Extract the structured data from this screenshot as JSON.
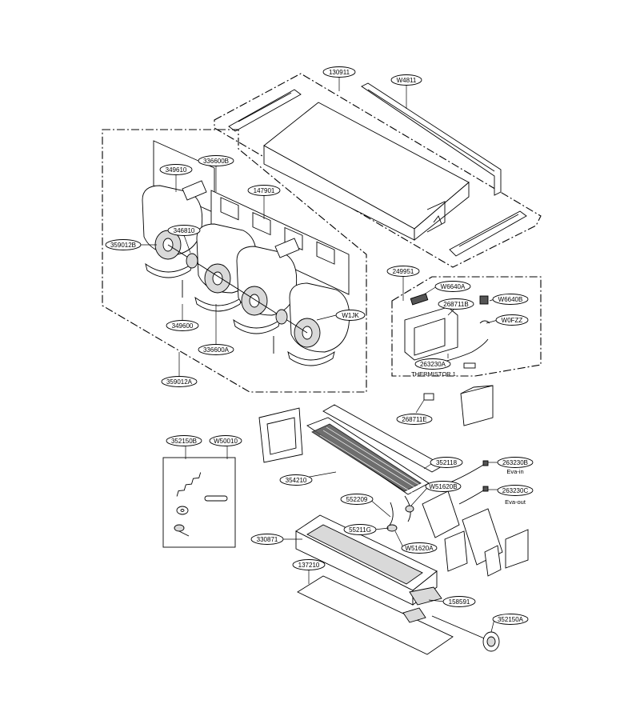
{
  "labels": {
    "p130911": "130911",
    "pW4811": "W4811",
    "p349610": "349610",
    "p336600B": "336600B",
    "p147901": "147901",
    "p346810": "346810",
    "p359012B": "359012B",
    "p349600": "349600",
    "p336600A": "336600A",
    "pW1JK": "W1JK",
    "p359012A": "359012A",
    "p249951": "249951",
    "pW6640A": "W6640A",
    "p268711B": "268711B",
    "pW6640B": "W6640B",
    "pW0FZZ": "W0FZZ",
    "p263230A": "263230A",
    "p268711E": "268711E",
    "p352150B": "352150B",
    "pW50010": "W50010",
    "p352118": "352118",
    "p263230B": "263230B",
    "p354210": "354210",
    "pW51620B": "W51620B",
    "p263230C": "263230C",
    "p552209": "552209",
    "p55211G": "55211G",
    "p330871": "330871",
    "pW51620A": "W51620A",
    "p137210": "137210",
    "p158591": "158591",
    "p352150A": "352150A"
  },
  "notes": {
    "thermistor1": "THERMISTOR 1",
    "eva_in": "Eva-in",
    "eva_out": "Eva-out"
  }
}
